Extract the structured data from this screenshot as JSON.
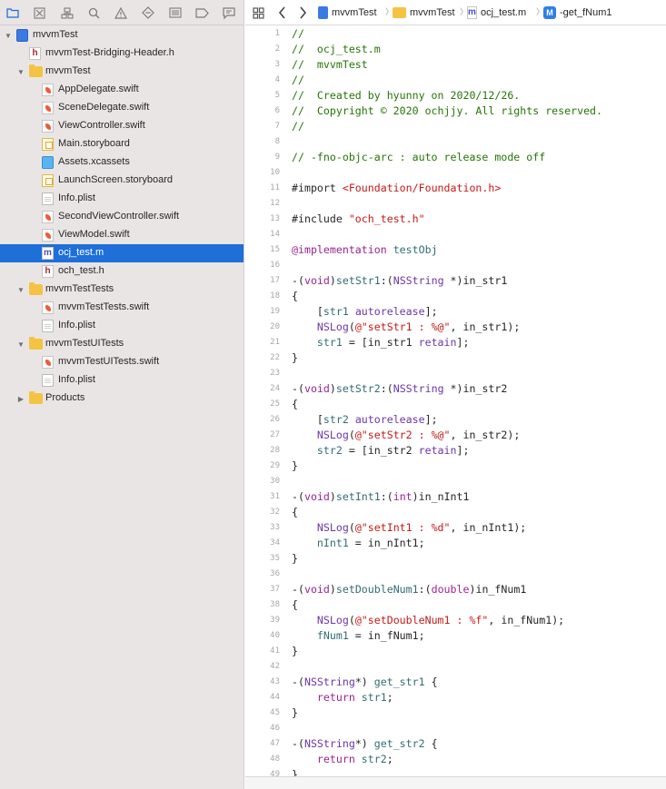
{
  "colors": {
    "sidebar_bg": "#eae5e5",
    "selection": "#1e6fd8",
    "comment": "#267507",
    "keyword": "#9b2393",
    "string": "#c41a16",
    "type": "#6c36a9",
    "method": "#326d74",
    "plain": "#262626",
    "line_number": "#a6a6a6"
  },
  "navigator": {
    "toolbar_icons": [
      "folder-icon",
      "source-control-icon",
      "hierarchy-icon",
      "search-icon",
      "warning-icon",
      "test-diamond-icon",
      "debug-icon",
      "breakpoint-icon",
      "report-icon"
    ],
    "tree": [
      {
        "label": "mvvmTest",
        "icon": "project-icon",
        "disclosure": "expanded",
        "level": 0
      },
      {
        "label": "mvvmTest-Bridging-Header.h",
        "icon": "h-file-icon",
        "disclosure": "none",
        "level": 1
      },
      {
        "label": "mvvmTest",
        "icon": "folder-icon",
        "disclosure": "expanded",
        "level": 1
      },
      {
        "label": "AppDelegate.swift",
        "icon": "swift-file-icon",
        "disclosure": "none",
        "level": 2
      },
      {
        "label": "SceneDelegate.swift",
        "icon": "swift-file-icon",
        "disclosure": "none",
        "level": 2
      },
      {
        "label": "ViewController.swift",
        "icon": "swift-file-icon",
        "disclosure": "none",
        "level": 2
      },
      {
        "label": "Main.storyboard",
        "icon": "storyboard-icon",
        "disclosure": "none",
        "level": 2
      },
      {
        "label": "Assets.xcassets",
        "icon": "assets-icon",
        "disclosure": "none",
        "level": 2
      },
      {
        "label": "LaunchScreen.storyboard",
        "icon": "storyboard-icon",
        "disclosure": "none",
        "level": 2
      },
      {
        "label": "Info.plist",
        "icon": "plist-icon",
        "disclosure": "none",
        "level": 2
      },
      {
        "label": "SecondViewController.swift",
        "icon": "swift-file-icon",
        "disclosure": "none",
        "level": 2
      },
      {
        "label": "ViewModel.swift",
        "icon": "swift-file-icon",
        "disclosure": "none",
        "level": 2
      },
      {
        "label": "ocj_test.m",
        "icon": "m-file-icon",
        "disclosure": "none",
        "level": 2,
        "selected": true
      },
      {
        "label": "och_test.h",
        "icon": "h-file-icon",
        "disclosure": "none",
        "level": 2
      },
      {
        "label": "mvvmTestTests",
        "icon": "folder-icon",
        "disclosure": "expanded",
        "level": 1
      },
      {
        "label": "mvvmTestTests.swift",
        "icon": "swift-file-icon",
        "disclosure": "none",
        "level": 2
      },
      {
        "label": "Info.plist",
        "icon": "plist-icon",
        "disclosure": "none",
        "level": 2
      },
      {
        "label": "mvvmTestUITests",
        "icon": "folder-icon",
        "disclosure": "expanded",
        "level": 1
      },
      {
        "label": "mvvmTestUITests.swift",
        "icon": "swift-file-icon",
        "disclosure": "none",
        "level": 2
      },
      {
        "label": "Info.plist",
        "icon": "plist-icon",
        "disclosure": "none",
        "level": 2
      },
      {
        "label": "Products",
        "icon": "folder-icon",
        "disclosure": "collapsed",
        "level": 1
      }
    ]
  },
  "jumpbar": {
    "crumbs": [
      {
        "label": "mvvmTest",
        "icon": "project-icon"
      },
      {
        "label": "mvvmTest",
        "icon": "folder-icon"
      },
      {
        "label": "ocj_test.m",
        "icon": "m-file-icon"
      },
      {
        "label": "-get_fNum1",
        "icon": "method-icon",
        "icon_letter": "M"
      }
    ]
  },
  "code": [
    {
      "n": 1,
      "segs": [
        [
          "//",
          "comment"
        ]
      ]
    },
    {
      "n": 2,
      "segs": [
        [
          "//  ocj_test.m",
          "comment"
        ]
      ]
    },
    {
      "n": 3,
      "segs": [
        [
          "//  mvvmTest",
          "comment"
        ]
      ]
    },
    {
      "n": 4,
      "segs": [
        [
          "//",
          "comment"
        ]
      ]
    },
    {
      "n": 5,
      "segs": [
        [
          "//  Created by hyunny on 2020/12/26.",
          "comment"
        ]
      ]
    },
    {
      "n": 6,
      "segs": [
        [
          "//  Copyright © 2020 ochjjy. All rights reserved.",
          "comment"
        ]
      ]
    },
    {
      "n": 7,
      "segs": [
        [
          "//",
          "comment"
        ]
      ]
    },
    {
      "n": 8,
      "segs": []
    },
    {
      "n": 9,
      "segs": [
        [
          "// -fno-objc-arc : auto release mode off",
          "comment"
        ]
      ]
    },
    {
      "n": 10,
      "segs": []
    },
    {
      "n": 11,
      "segs": [
        [
          "#import ",
          "plain"
        ],
        [
          "<Foundation/Foundation.h>",
          "string"
        ]
      ]
    },
    {
      "n": 12,
      "segs": []
    },
    {
      "n": 13,
      "segs": [
        [
          "#include ",
          "plain"
        ],
        [
          "\"och_test.h\"",
          "string"
        ]
      ]
    },
    {
      "n": 14,
      "segs": []
    },
    {
      "n": 15,
      "segs": [
        [
          "@implementation",
          "keyword"
        ],
        [
          " ",
          "plain"
        ],
        [
          "testObj",
          "method"
        ]
      ]
    },
    {
      "n": 16,
      "segs": []
    },
    {
      "n": 17,
      "segs": [
        [
          "-(",
          "plain"
        ],
        [
          "void",
          "keyword"
        ],
        [
          ")",
          "plain"
        ],
        [
          "setStr1",
          "method"
        ],
        [
          ":(",
          "plain"
        ],
        [
          "NSString",
          "type"
        ],
        [
          " *)in_str1",
          "plain"
        ]
      ]
    },
    {
      "n": 18,
      "segs": [
        [
          "{",
          "plain"
        ]
      ]
    },
    {
      "n": 19,
      "segs": [
        [
          "    [",
          "plain"
        ],
        [
          "str1",
          "method"
        ],
        [
          " ",
          "plain"
        ],
        [
          "autorelease",
          "type"
        ],
        [
          "];",
          "plain"
        ]
      ]
    },
    {
      "n": 20,
      "segs": [
        [
          "    ",
          "plain"
        ],
        [
          "NSLog",
          "type"
        ],
        [
          "(",
          "plain"
        ],
        [
          "@\"setStr1 : %@\"",
          "string"
        ],
        [
          ", in_str1);",
          "plain"
        ]
      ]
    },
    {
      "n": 21,
      "segs": [
        [
          "    ",
          "plain"
        ],
        [
          "str1",
          "method"
        ],
        [
          " = [in_str1 ",
          "plain"
        ],
        [
          "retain",
          "type"
        ],
        [
          "];",
          "plain"
        ]
      ]
    },
    {
      "n": 22,
      "segs": [
        [
          "}",
          "plain"
        ]
      ]
    },
    {
      "n": 23,
      "segs": []
    },
    {
      "n": 24,
      "segs": [
        [
          "-(",
          "plain"
        ],
        [
          "void",
          "keyword"
        ],
        [
          ")",
          "plain"
        ],
        [
          "setStr2",
          "method"
        ],
        [
          ":(",
          "plain"
        ],
        [
          "NSString",
          "type"
        ],
        [
          " *)in_str2",
          "plain"
        ]
      ]
    },
    {
      "n": 25,
      "segs": [
        [
          "{",
          "plain"
        ]
      ]
    },
    {
      "n": 26,
      "segs": [
        [
          "    [",
          "plain"
        ],
        [
          "str2",
          "method"
        ],
        [
          " ",
          "plain"
        ],
        [
          "autorelease",
          "type"
        ],
        [
          "];",
          "plain"
        ]
      ]
    },
    {
      "n": 27,
      "segs": [
        [
          "    ",
          "plain"
        ],
        [
          "NSLog",
          "type"
        ],
        [
          "(",
          "plain"
        ],
        [
          "@\"setStr2 : %@\"",
          "string"
        ],
        [
          ", in_str2);",
          "plain"
        ]
      ]
    },
    {
      "n": 28,
      "segs": [
        [
          "    ",
          "plain"
        ],
        [
          "str2",
          "method"
        ],
        [
          " = [in_str2 ",
          "plain"
        ],
        [
          "retain",
          "type"
        ],
        [
          "];",
          "plain"
        ]
      ]
    },
    {
      "n": 29,
      "segs": [
        [
          "}",
          "plain"
        ]
      ]
    },
    {
      "n": 30,
      "segs": []
    },
    {
      "n": 31,
      "segs": [
        [
          "-(",
          "plain"
        ],
        [
          "void",
          "keyword"
        ],
        [
          ")",
          "plain"
        ],
        [
          "setInt1",
          "method"
        ],
        [
          ":(",
          "plain"
        ],
        [
          "int",
          "keyword"
        ],
        [
          ")in_nInt1",
          "plain"
        ]
      ]
    },
    {
      "n": 32,
      "segs": [
        [
          "{",
          "plain"
        ]
      ]
    },
    {
      "n": 33,
      "segs": [
        [
          "    ",
          "plain"
        ],
        [
          "NSLog",
          "type"
        ],
        [
          "(",
          "plain"
        ],
        [
          "@\"setInt1 : %d\"",
          "string"
        ],
        [
          ", in_nInt1);",
          "plain"
        ]
      ]
    },
    {
      "n": 34,
      "segs": [
        [
          "    ",
          "plain"
        ],
        [
          "nInt1",
          "method"
        ],
        [
          " = in_nInt1;",
          "plain"
        ]
      ]
    },
    {
      "n": 35,
      "segs": [
        [
          "}",
          "plain"
        ]
      ]
    },
    {
      "n": 36,
      "segs": []
    },
    {
      "n": 37,
      "segs": [
        [
          "-(",
          "plain"
        ],
        [
          "void",
          "keyword"
        ],
        [
          ")",
          "plain"
        ],
        [
          "setDoubleNum1",
          "method"
        ],
        [
          ":(",
          "plain"
        ],
        [
          "double",
          "keyword"
        ],
        [
          ")in_fNum1",
          "plain"
        ]
      ]
    },
    {
      "n": 38,
      "segs": [
        [
          "{",
          "plain"
        ]
      ]
    },
    {
      "n": 39,
      "segs": [
        [
          "    ",
          "plain"
        ],
        [
          "NSLog",
          "type"
        ],
        [
          "(",
          "plain"
        ],
        [
          "@\"setDoubleNum1 : %f\"",
          "string"
        ],
        [
          ", in_fNum1);",
          "plain"
        ]
      ]
    },
    {
      "n": 40,
      "segs": [
        [
          "    ",
          "plain"
        ],
        [
          "fNum1",
          "method"
        ],
        [
          " = in_fNum1;",
          "plain"
        ]
      ]
    },
    {
      "n": 41,
      "segs": [
        [
          "}",
          "plain"
        ]
      ]
    },
    {
      "n": 42,
      "segs": []
    },
    {
      "n": 43,
      "segs": [
        [
          "-(",
          "plain"
        ],
        [
          "NSString",
          "type"
        ],
        [
          "*) ",
          "plain"
        ],
        [
          "get_str1",
          "method"
        ],
        [
          " {",
          "plain"
        ]
      ]
    },
    {
      "n": 44,
      "segs": [
        [
          "    ",
          "plain"
        ],
        [
          "return",
          "keyword"
        ],
        [
          " ",
          "plain"
        ],
        [
          "str1",
          "method"
        ],
        [
          ";",
          "plain"
        ]
      ]
    },
    {
      "n": 45,
      "segs": [
        [
          "}",
          "plain"
        ]
      ]
    },
    {
      "n": 46,
      "segs": []
    },
    {
      "n": 47,
      "segs": [
        [
          "-(",
          "plain"
        ],
        [
          "NSString",
          "type"
        ],
        [
          "*) ",
          "plain"
        ],
        [
          "get_str2",
          "method"
        ],
        [
          " {",
          "plain"
        ]
      ]
    },
    {
      "n": 48,
      "segs": [
        [
          "    ",
          "plain"
        ],
        [
          "return",
          "keyword"
        ],
        [
          " ",
          "plain"
        ],
        [
          "str2",
          "method"
        ],
        [
          ";",
          "plain"
        ]
      ]
    },
    {
      "n": 49,
      "segs": [
        [
          "}",
          "plain"
        ]
      ]
    }
  ]
}
